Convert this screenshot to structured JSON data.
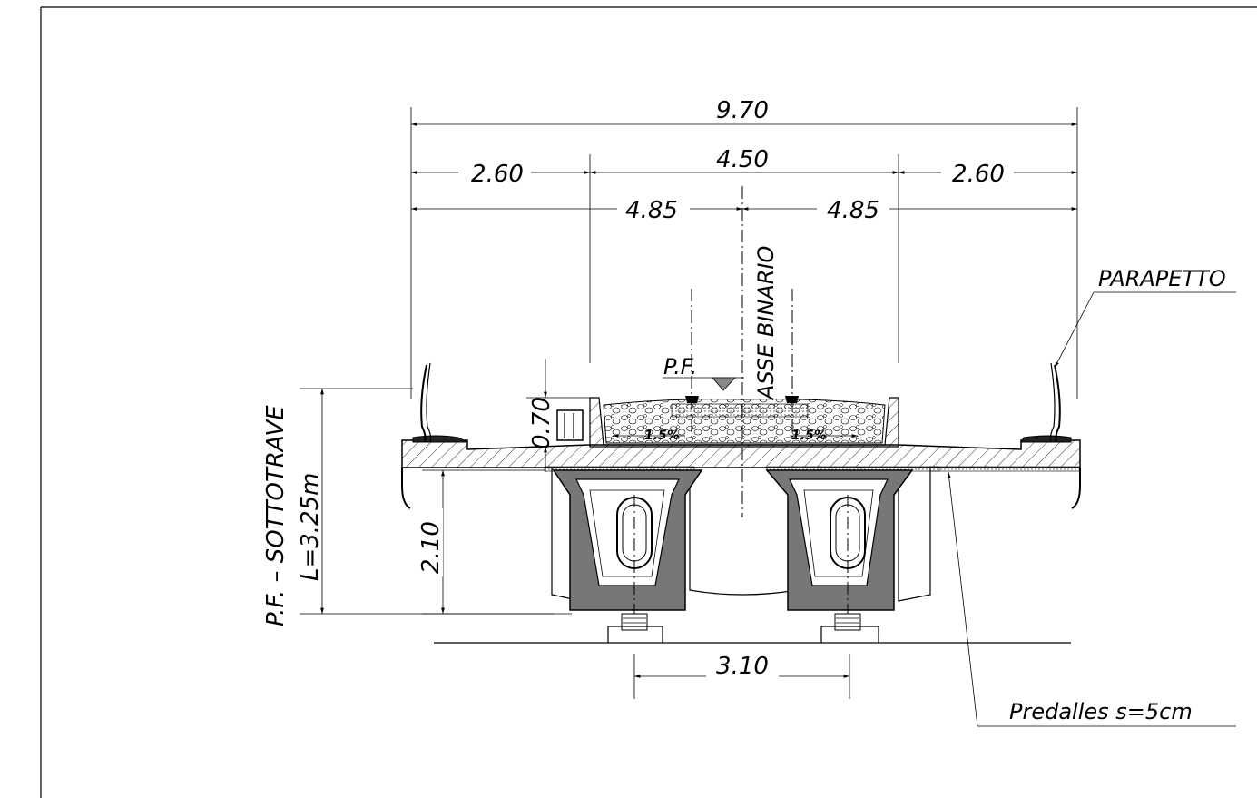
{
  "dimensions": {
    "overall_width": "9.70",
    "left_walkway": "2.60",
    "ballast_width": "4.50",
    "right_walkway": "2.60",
    "left_half": "4.85",
    "right_half": "4.85",
    "ballast_depth": "0.70",
    "beam_depth": "2.10",
    "beam_spacing": "3.10",
    "slope_left": "1.5%",
    "slope_right": "1.5%"
  },
  "labels": {
    "track_axis": "ASSE BINARIO",
    "rail_level": "P.F.",
    "parapet": "PARAPETTO",
    "soffit_line1": "P.F. – SOTTOTRAVE",
    "soffit_line2": "L=3.25m",
    "predalles": "Predalles s=5cm"
  }
}
